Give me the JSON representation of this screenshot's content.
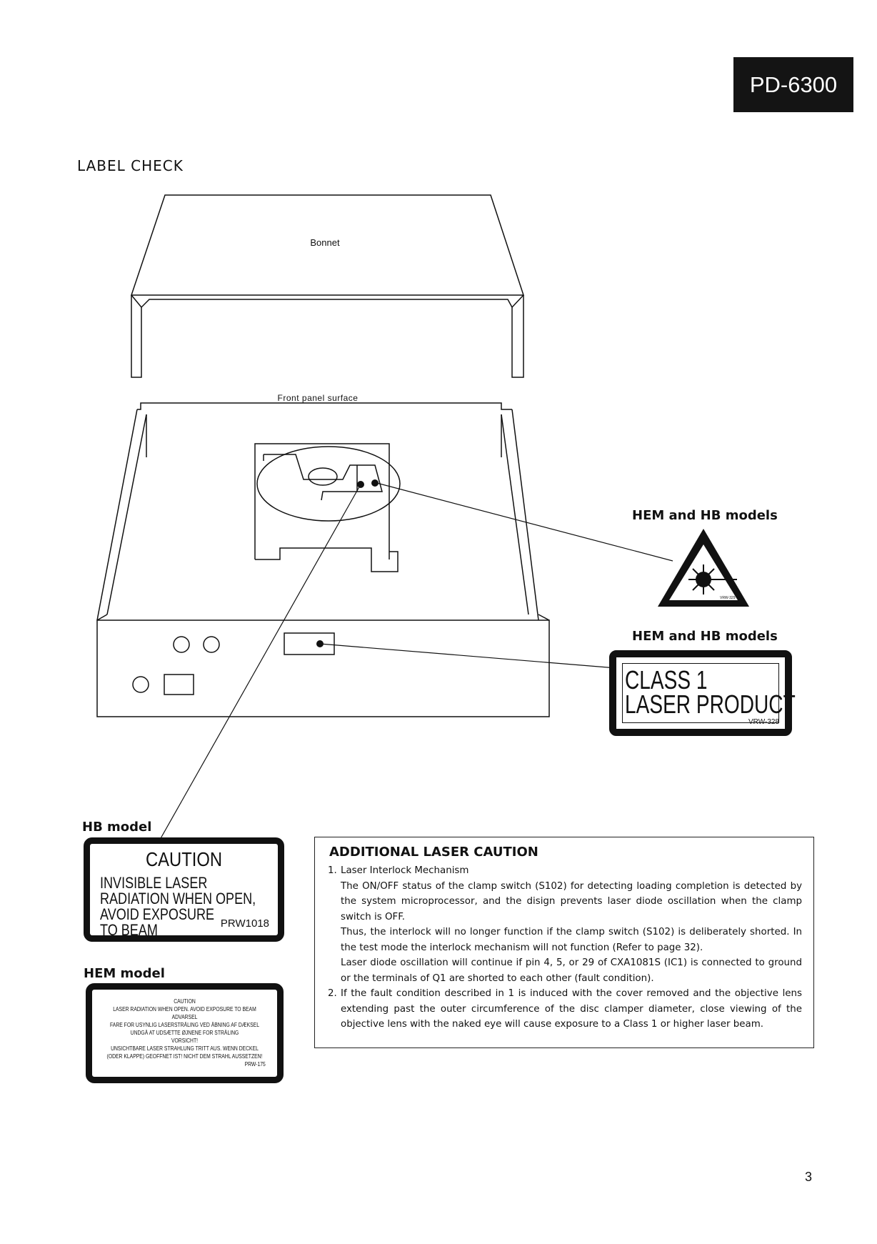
{
  "header": {
    "model": "PD-6300"
  },
  "section": {
    "title": "LABEL CHECK"
  },
  "drawing": {
    "bonnet_label": "Bonnet",
    "front_panel_label": "Front panel surface",
    "laser_symbol_code": "VRW-329"
  },
  "labels": {
    "hem_hb_1": "HEM and HB models",
    "hem_hb_2": "HEM and HB models",
    "hb_model": "HB model",
    "hem_model": "HEM model"
  },
  "class1_label": {
    "line1": "CLASS 1",
    "line2": "LASER PRODUCT",
    "code": "VRW-328"
  },
  "hb_caution": {
    "title": "CAUTION",
    "lines": [
      "INVISIBLE LASER",
      "RADIATION WHEN OPEN,",
      "AVOID EXPOSURE",
      "TO BEAM"
    ],
    "code": "PRW1018"
  },
  "hem_caution": {
    "lines": [
      "CAUTION",
      "LASER RADIATION WHEN OPEN. AVOID EXPOSURE TO BEAM",
      "ADVARSEL",
      "FARE FOR USYNLIG LASERSTRÅLING VED ÅBNING AF DÆKSEL",
      "UNDGÅ AT UDSÆTTE ØJNENE FOR STRÅLING",
      "VORSICHT!",
      "UNSICHTBARE LASER STRAHLUNG TRITT AUS. WENN DECKEL",
      "(ODER KLAPPE) GEOFFNET IST! NICHT DEM STRAHL AUSSETZEN!",
      "PRW-175"
    ]
  },
  "additional_caution": {
    "title": "ADDITIONAL LASER CAUTION",
    "item1_num": "1.",
    "item1_heading": "Laser Interlock Mechanism",
    "item1_p1": "The ON/OFF status of the clamp switch (S102) for detecting loading completion is detected by the system microprocessor, and the disign prevents laser diode oscillation when the clamp switch is OFF.",
    "item1_p2": "Thus, the interlock will no longer function if the clamp switch (S102) is deliberately shorted. In the test mode the interlock mechanism will not function (Refer to page 32).",
    "item1_p3": "Laser diode oscillation will continue if pin 4, 5, or 29 of CXA1081S (IC1) is connected to ground or the terminals of Q1 are shorted to each other (fault condition).",
    "item2_num": "2.",
    "item2_text": "If the fault condition described in 1 is induced with the cover removed and the objective lens extending past the outer circumference of the disc clamper diameter, close viewing of the objective lens with the naked eye will cause exposure to a Class 1 or higher laser beam."
  },
  "page_number": "3"
}
